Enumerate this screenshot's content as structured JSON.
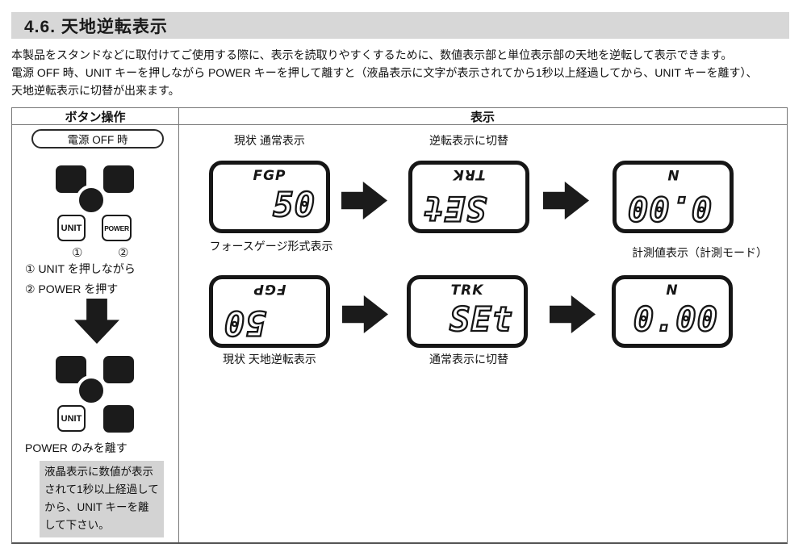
{
  "title": "4.6. 天地逆転表示",
  "intro": {
    "line1": "本製品をスタンドなどに取付けてご使用する際に、表示を読取りやすくするために、数値表示部と単位表示部の天地を逆転して表示できます。",
    "line2": "電源 OFF 時、UNIT キーを押しながら POWER キーを押して離すと（液晶表示に文字が表示されてから1秒以上経過してから、UNIT キーを離す）、",
    "line3": "天地逆転表示に切替が出来ます。"
  },
  "table": {
    "col_operation": "ボタン操作",
    "col_display": "表示"
  },
  "operation": {
    "power_state": "電源 OFF 時",
    "unit_key": "UNIT",
    "power_key": "POWER",
    "marker1": "①",
    "marker2": "②",
    "step1": "① UNIT を押しながら",
    "step2": "② POWER を押す",
    "release": "POWER のみを離す",
    "note": "液晶表示に数値が表示されて1秒以上経過してから、UNIT キーを離して下さい。"
  },
  "displays": {
    "captions": {
      "row1_above_lcd1": "現状 通常表示",
      "row1_above_lcd2": "逆転表示に切替",
      "row1_below_lcd1": "フォースゲージ形式表示",
      "row1_below_lcd3": "計測値表示（計測モード）",
      "row2_below_lcd1": "現状 天地逆転表示",
      "row2_below_lcd2": "通常表示に切替"
    },
    "lcds": [
      {
        "name": "current-normal-display",
        "label": "FGP",
        "digits": "50",
        "inverted": false
      },
      {
        "name": "switched-to-inverted",
        "label": "TRK",
        "digits": "SEt",
        "inverted": true
      },
      {
        "name": "inverted-measure-mode",
        "label": "N",
        "digits": "0.00",
        "inverted": true
      },
      {
        "name": "current-inverted-display",
        "label": "FGP",
        "digits": "50",
        "inverted": true
      },
      {
        "name": "switched-to-normal",
        "label": "TRK",
        "digits": "SEt",
        "inverted": false
      },
      {
        "name": "normal-measure-mode",
        "label": "N",
        "digits": "0.00",
        "inverted": false
      }
    ]
  },
  "colors": {
    "title_bar_bg": "#d7d7d7",
    "note_bg": "#d3d3d3",
    "key_fill": "#1b1b1b",
    "border": "#777777"
  }
}
